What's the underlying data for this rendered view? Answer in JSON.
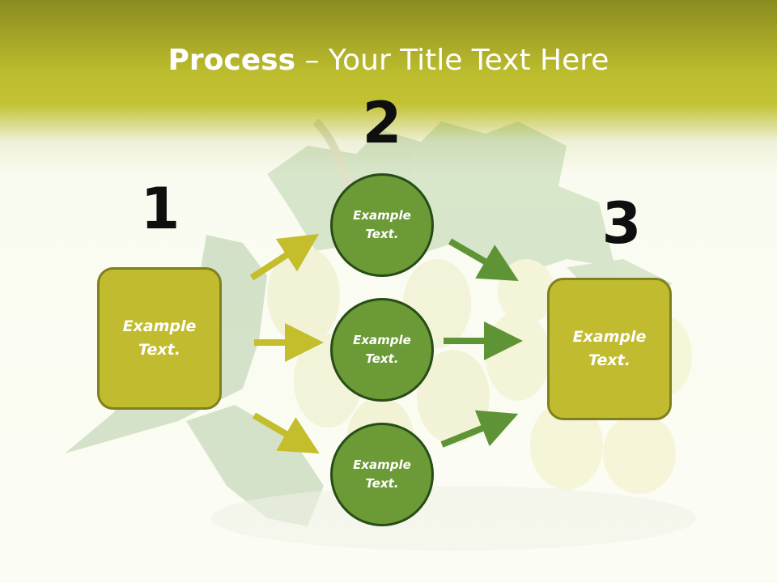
{
  "title": {
    "bold": "Process",
    "rest": " – Your Title Text Here"
  },
  "steps": [
    {
      "number": "1",
      "text": "Example\nText."
    },
    {
      "number": "2",
      "text": "Example\nText."
    },
    {
      "number": "3",
      "text": "Example\nText."
    }
  ],
  "circles": [
    {
      "text": "Example\nText."
    },
    {
      "text": "Example\nText."
    },
    {
      "text": "Example\nText."
    }
  ],
  "colors": {
    "header_top": "#8a8b1f",
    "header_band": "#c3c233",
    "box_fill": "#c1bb2f",
    "box_border": "#7f801e",
    "circle_fill": "#6b9a36",
    "circle_border": "#274c17",
    "arrow_olive": "#c4bd2c",
    "arrow_green": "#5f9436"
  },
  "background": {
    "image": "grape-cluster-with-leaves"
  }
}
